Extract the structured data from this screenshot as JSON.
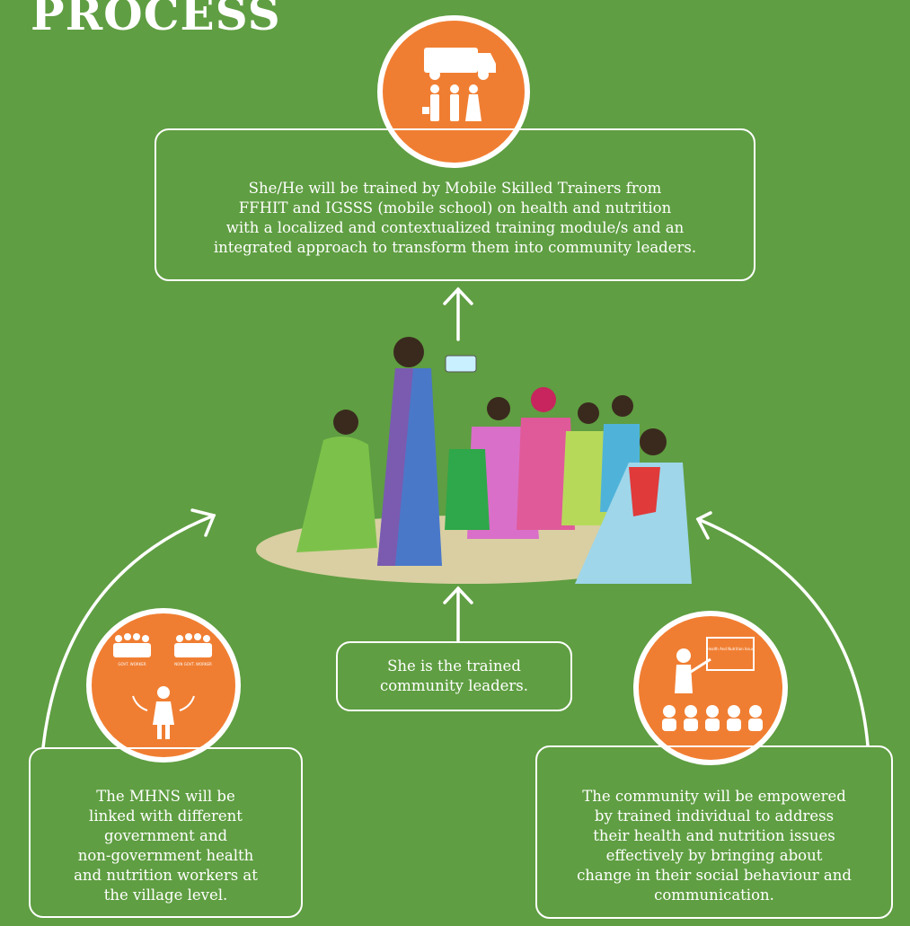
{
  "title": "PROCESS",
  "boxes": {
    "top": {
      "lines": [
        "She/He will be trained by Mobile Skilled Trainers from",
        "FFHIT and IGSSS (mobile school) on health and nutrition",
        "with a localized and contextualized training module/s and an",
        "integrated approach to transform them into community leaders."
      ]
    },
    "center": {
      "lines": [
        "She is the trained",
        "community leaders."
      ]
    },
    "left": {
      "lines": [
        "The MHNS will be",
        "linked with different",
        "government and",
        "non-government health",
        "and nutrition workers at",
        "the village level."
      ]
    },
    "right": {
      "lines": [
        "The community will be empowered",
        "by trained individual to address",
        "their health and nutrition issues",
        "effectively by bringing about",
        "change in their social behaviour and",
        "communication."
      ]
    }
  },
  "icons": {
    "top": "van-and-trainers-icon",
    "left": "government-workers-linkage-icon",
    "right": "presenter-board-icon",
    "left_labels": [
      "GOVT. WORKER",
      "NON GOVT. WORKER"
    ],
    "right_board_label": "Health And Nutrition Issue"
  },
  "colors": {
    "background": "#5f9e42",
    "accent": "#f07e32",
    "line": "#ffffff"
  }
}
